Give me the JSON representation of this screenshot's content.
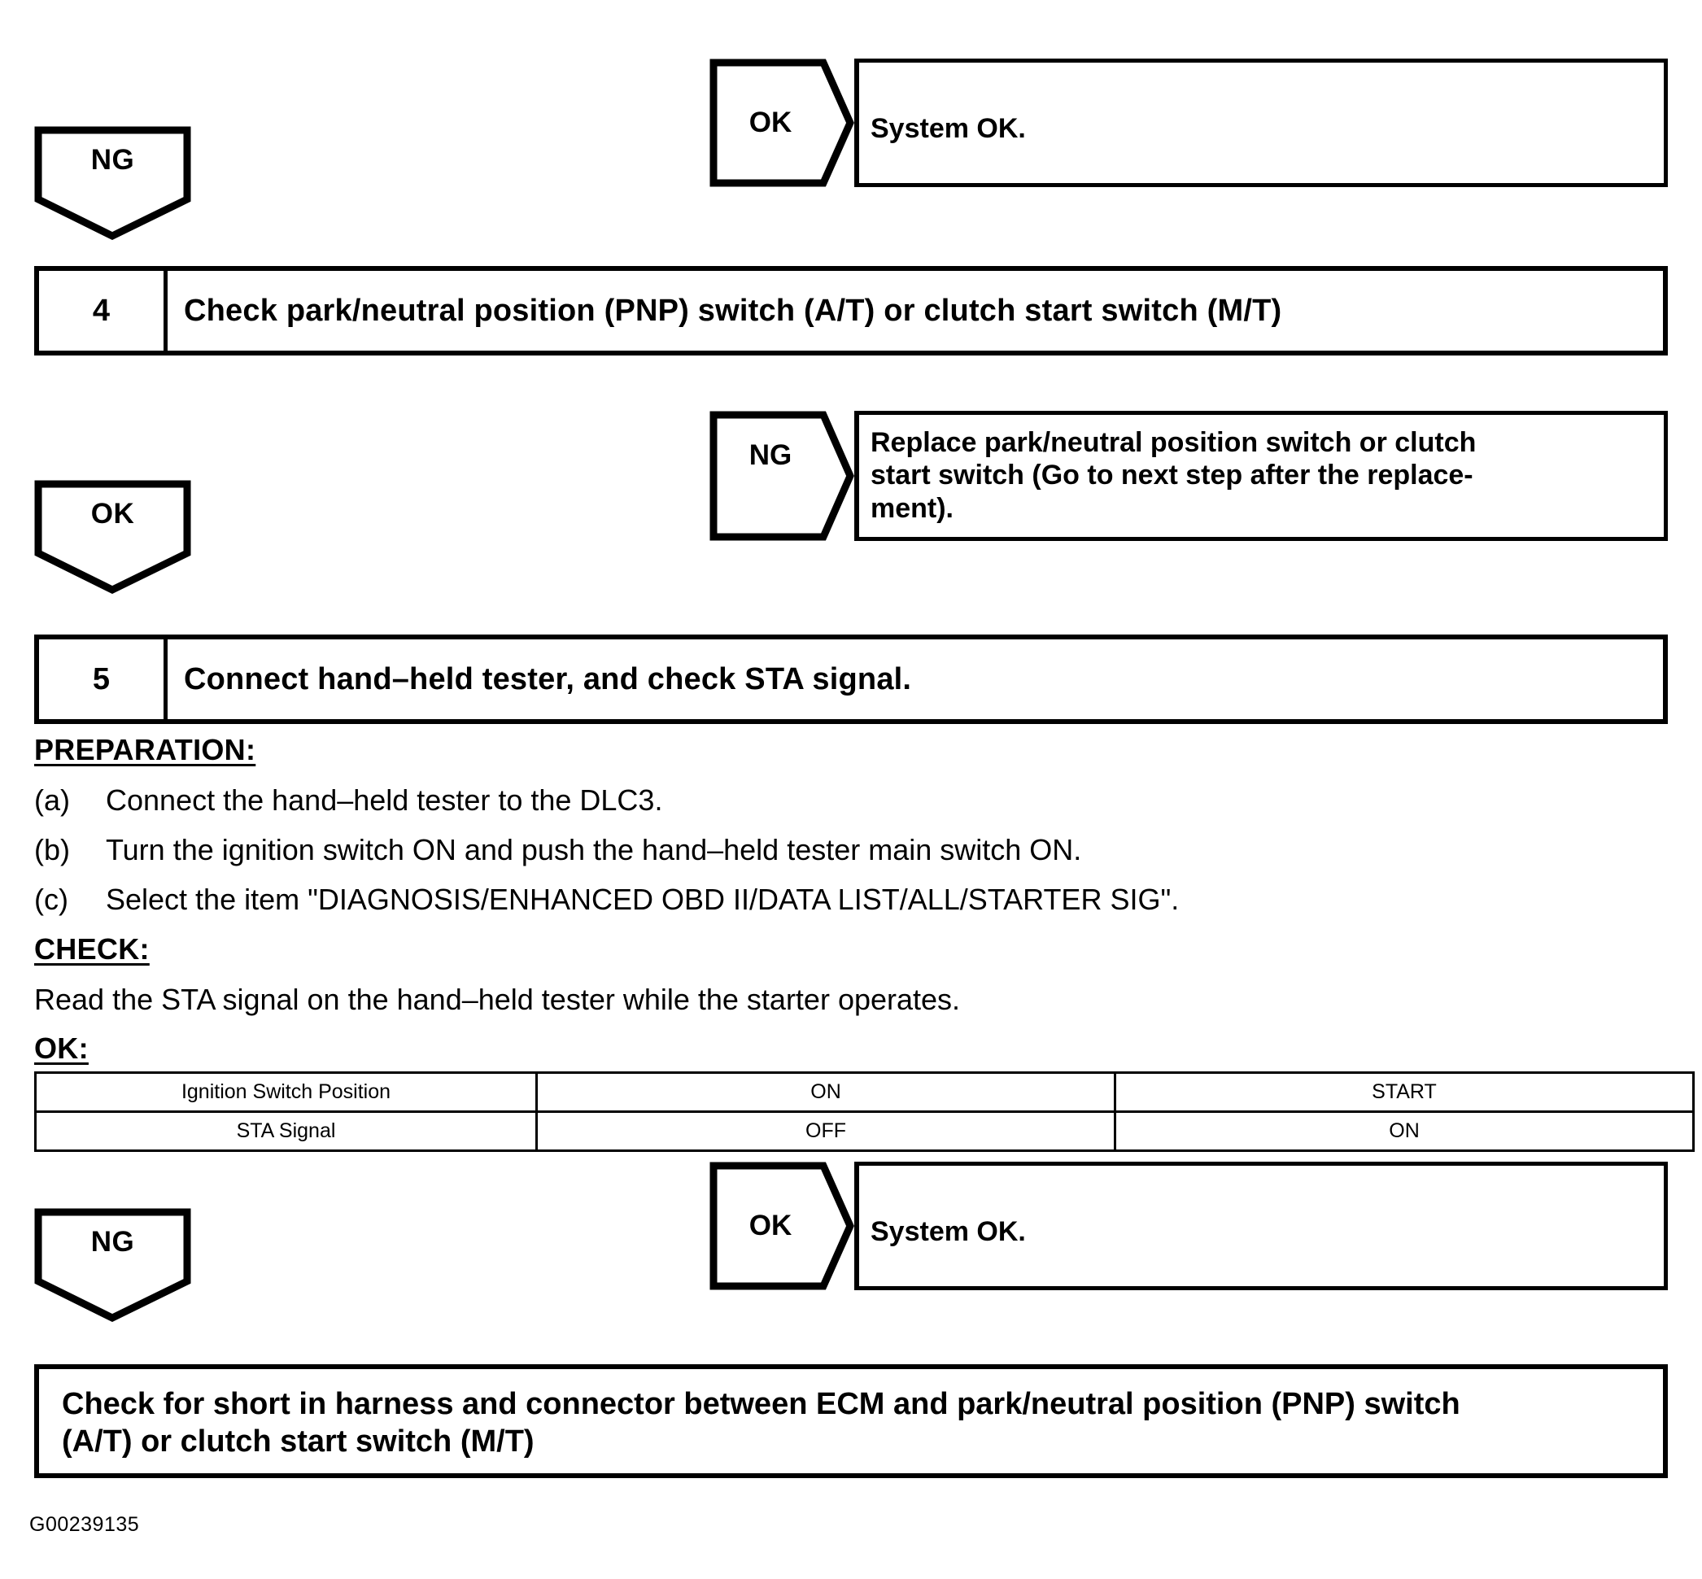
{
  "document": {
    "footer_code": "G00239135"
  },
  "flow": {
    "top_ng_arrow": {
      "label": "NG"
    },
    "top_ok_branch": {
      "arrow_label": "OK",
      "result_text": "System OK."
    },
    "step4": {
      "number": "4",
      "title": "Check park/neutral position (PNP) switch (A/T) or clutch start switch (M/T)"
    },
    "step4_ng_branch": {
      "arrow_label": "NG",
      "result_text": "Replace park/neutral position switch or clutch\nstart switch (Go to next step after the replace-\nment)."
    },
    "step4_ok_arrow": {
      "label": "OK"
    },
    "step5": {
      "number": "5",
      "title": "Connect hand–held tester, and check STA signal."
    },
    "bottom_ng_arrow": {
      "label": "NG"
    },
    "bottom_ok_branch": {
      "arrow_label": "OK",
      "result_text": "System OK."
    },
    "final_box": {
      "text": "Check for short in harness and connector between ECM and park/neutral position (PNP) switch\n(A/T) or clutch start switch (M/T)"
    }
  },
  "procedure": {
    "preparation_heading": "PREPARATION:",
    "preparation_items": [
      {
        "marker": "(a)",
        "text": "Connect the hand–held tester to the DLC3."
      },
      {
        "marker": "(b)",
        "text": "Turn the ignition switch ON and push the hand–held tester main switch ON."
      },
      {
        "marker": "(c)",
        "text": "Select the item \"DIAGNOSIS/ENHANCED OBD II/DATA LIST/ALL/STARTER SIG\"."
      }
    ],
    "check_heading": "CHECK:",
    "check_text": "Read the STA signal on the hand–held tester while the starter operates.",
    "ok_heading": "OK:"
  },
  "result_table": {
    "rows": [
      {
        "label": "Ignition Switch Position",
        "values": [
          "ON",
          "START"
        ]
      },
      {
        "label": "STA Signal",
        "values": [
          "OFF",
          "ON"
        ]
      }
    ]
  }
}
